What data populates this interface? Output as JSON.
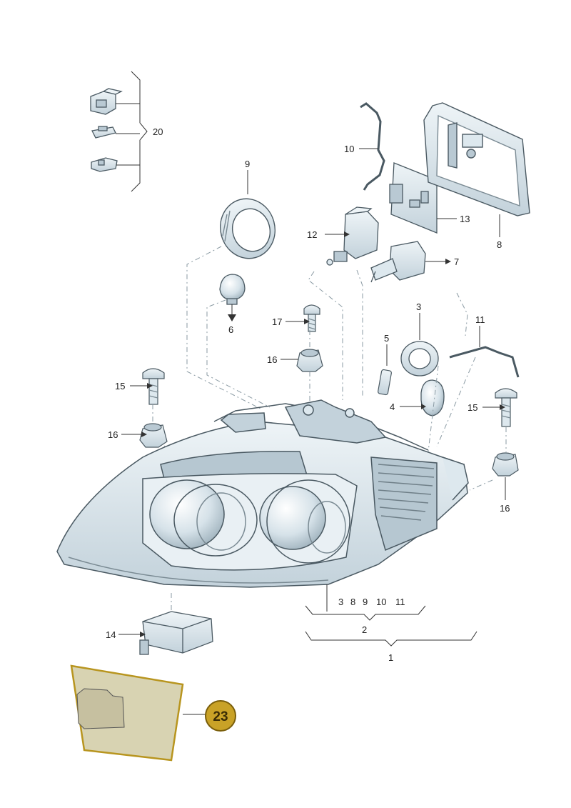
{
  "colors": {
    "part_fill": "#dde8ee",
    "part_fill_dark": "#b9c9d3",
    "part_stroke": "#4a5962",
    "leader": "#333333",
    "badge_fill": "#c9a227",
    "badge_stroke": "#7a5e0a",
    "sticker_fill": "#d8d3b2",
    "sticker_stroke": "#b8951f"
  },
  "callouts": {
    "c1": "1",
    "c2": "2",
    "c3_top": "3",
    "c4": "4",
    "c5": "5",
    "c6": "6",
    "c7": "7",
    "c8": "8",
    "c9": "9",
    "c10": "10",
    "c11": "11",
    "c12": "12",
    "c13": "13",
    "c14": "14",
    "c15_left": "15",
    "c15_right": "15",
    "c16_upper": "16",
    "c16_left": "16",
    "c16_right": "16",
    "c17": "17",
    "c20": "20",
    "group_list": [
      "3",
      "8",
      "9",
      "10",
      "11"
    ]
  },
  "badge": {
    "label": "23"
  },
  "icons": [
    "headlight-housing-icon",
    "bulb-icon",
    "bracket-icon",
    "screw-icon",
    "clip-icon",
    "ring-icon",
    "control-unit-icon",
    "cover-cap-icon",
    "sticker-icon"
  ]
}
